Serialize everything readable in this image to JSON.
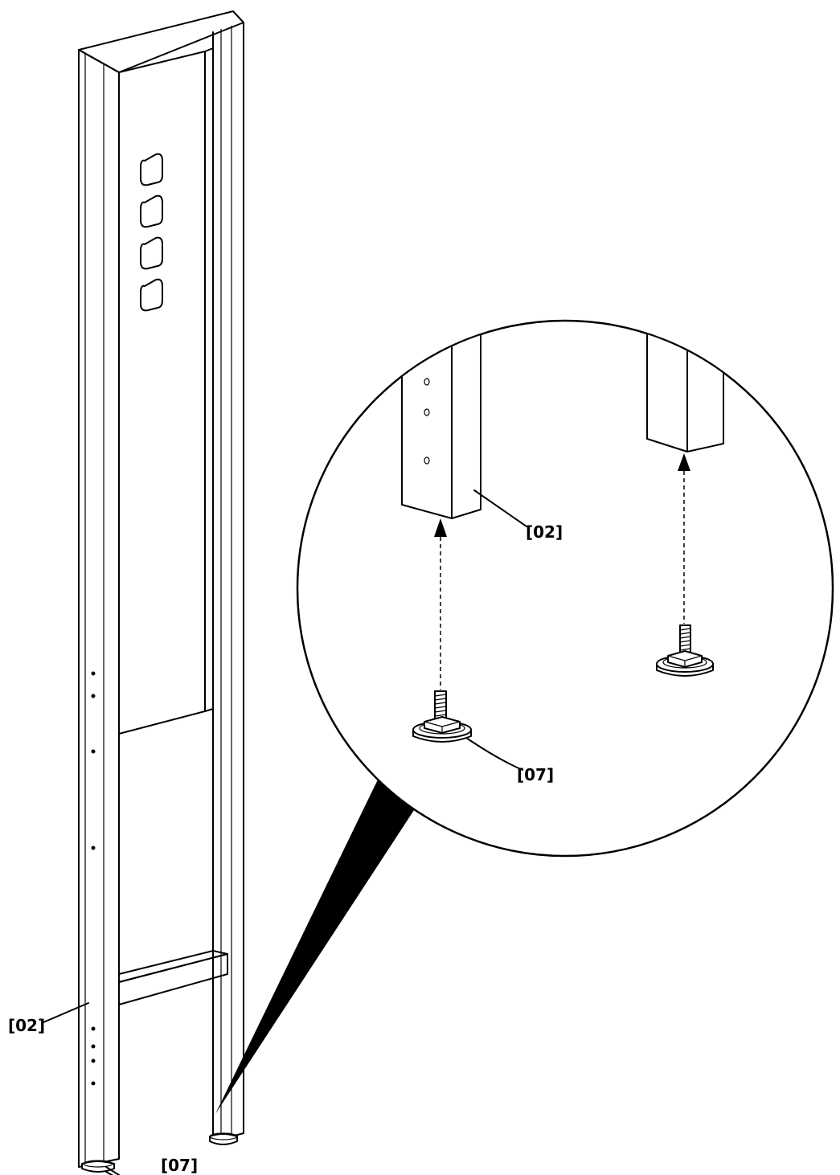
{
  "labels": {
    "part_02_main": "[02]",
    "part_07_main": "[07]",
    "part_02_detail": "[02]",
    "part_07_detail": "[07]"
  },
  "colors": {
    "line": "#000000",
    "background": "#ffffff"
  }
}
